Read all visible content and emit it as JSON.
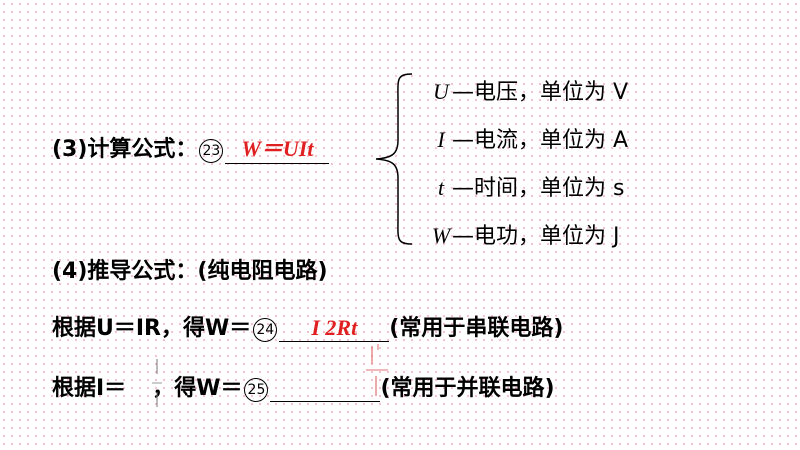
{
  "line1": {
    "prefix": "(3)计算公式：",
    "number": "23",
    "answer": "W＝UIt"
  },
  "legend": [
    {
      "symbol": "U",
      "text": "—电压，单位为 V"
    },
    {
      "symbol": "I",
      "text": "—电流，单位为 A"
    },
    {
      "symbol": "t",
      "text": "—时间，单位为 s"
    },
    {
      "symbol": "W",
      "text": "—电功，单位为 J"
    }
  ],
  "line2": {
    "text": "(4)推导公式：(纯电阻电路)"
  },
  "line3": {
    "prefix": "根据U＝IR，得W＝",
    "number": "24",
    "answer": "I 2Rt",
    "suffix": "(常用于串联电路)"
  },
  "line4": {
    "prefix": "根据I＝",
    "mid": "，得W＝",
    "number": "25",
    "suffix": "(常用于并联电路)"
  },
  "colors": {
    "accent_red": "#e02020",
    "dot_pattern": "#f2b8c0"
  }
}
